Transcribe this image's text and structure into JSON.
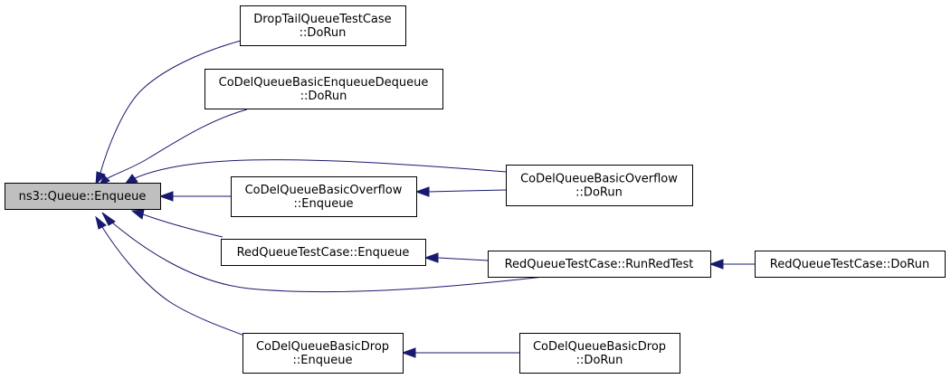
{
  "nodes": [
    {
      "id": "root",
      "lines": [
        "ns3::Queue::Enqueue"
      ],
      "root": true
    },
    {
      "id": "droptail",
      "lines": [
        "DropTailQueueTestCase",
        "::DoRun"
      ]
    },
    {
      "id": "codel_enq_deq",
      "lines": [
        "CoDelQueueBasicEnqueueDequeue",
        "::DoRun"
      ]
    },
    {
      "id": "codel_ovf_enq",
      "lines": [
        "CoDelQueueBasicOverflow",
        "::Enqueue"
      ]
    },
    {
      "id": "codel_ovf_run",
      "lines": [
        "CoDelQueueBasicOverflow",
        "::DoRun"
      ]
    },
    {
      "id": "red_enq",
      "lines": [
        "RedQueueTestCase::Enqueue"
      ]
    },
    {
      "id": "red_runred",
      "lines": [
        "RedQueueTestCase::RunRedTest"
      ]
    },
    {
      "id": "red_dorun",
      "lines": [
        "RedQueueTestCase::DoRun"
      ]
    },
    {
      "id": "codel_drop_enq",
      "lines": [
        "CoDelQueueBasicDrop",
        "::Enqueue"
      ]
    },
    {
      "id": "codel_drop_run",
      "lines": [
        "CoDelQueueBasicDrop",
        "::DoRun"
      ]
    }
  ],
  "edges": [
    {
      "from": "droptail",
      "to": "root"
    },
    {
      "from": "codel_enq_deq",
      "to": "root"
    },
    {
      "from": "codel_ovf_run",
      "to": "root"
    },
    {
      "from": "codel_ovf_enq",
      "to": "root"
    },
    {
      "from": "red_enq",
      "to": "root"
    },
    {
      "from": "red_runred",
      "to": "root"
    },
    {
      "from": "codel_drop_enq",
      "to": "root"
    },
    {
      "from": "codel_ovf_run",
      "to": "codel_ovf_enq"
    },
    {
      "from": "red_runred",
      "to": "red_enq"
    },
    {
      "from": "red_dorun",
      "to": "red_runred"
    },
    {
      "from": "codel_drop_run",
      "to": "codel_drop_enq"
    }
  ],
  "colors": {
    "edge": "#191970",
    "root_fill": "#bfbfbf",
    "node_fill": "#ffffff",
    "border": "#000000"
  }
}
